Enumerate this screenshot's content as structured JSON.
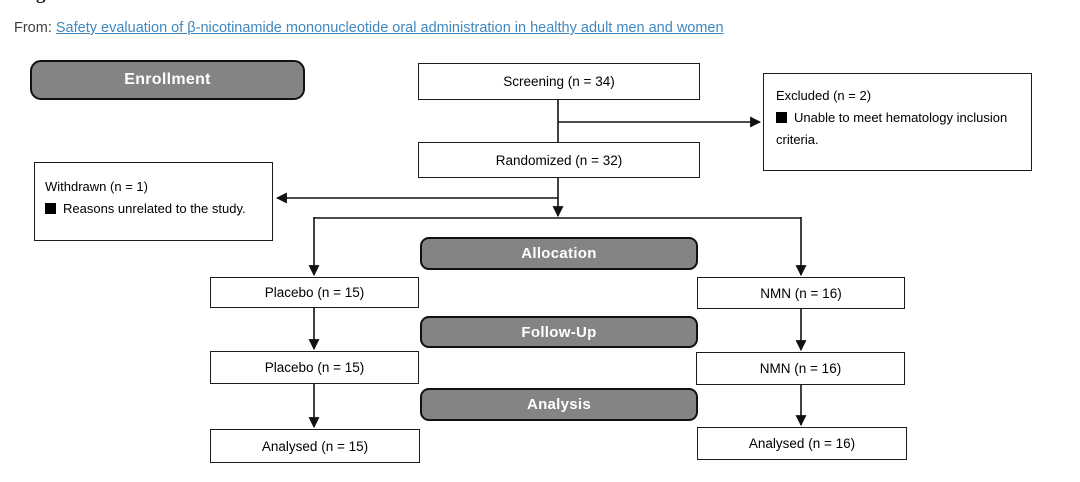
{
  "header": {
    "prefix": "From:",
    "link_text": "Safety evaluation of β-nicotinamide mononucleotide oral administration in healthy adult men and women",
    "cropped_fragment": "g"
  },
  "colors": {
    "link_blue": "#3f87be",
    "stage_bar_gray": "#848484",
    "line_black": "#111111"
  },
  "stages": {
    "enrollment": "Enrollment",
    "allocation": "Allocation",
    "followup": "Follow-Up",
    "analysis": "Analysis"
  },
  "flow": {
    "screening": "Screening (n = 34)",
    "randomized": "Randomized (n = 32)",
    "excluded": {
      "title": "Excluded  (n = 2)",
      "bullet": "Unable to meet hematology inclusion criteria."
    },
    "withdrawn": {
      "title": "Withdrawn (n = 1)",
      "bullet": "Reasons unrelated to the study."
    },
    "placebo_allocation": "Placebo (n = 15)",
    "nmn_allocation": "NMN (n = 16)",
    "placebo_followup": "Placebo (n = 15)",
    "nmn_followup": "NMN (n = 16)",
    "analysed_placebo": "Analysed (n = 15)",
    "analysed_nmn": "Analysed (n = 16)"
  }
}
